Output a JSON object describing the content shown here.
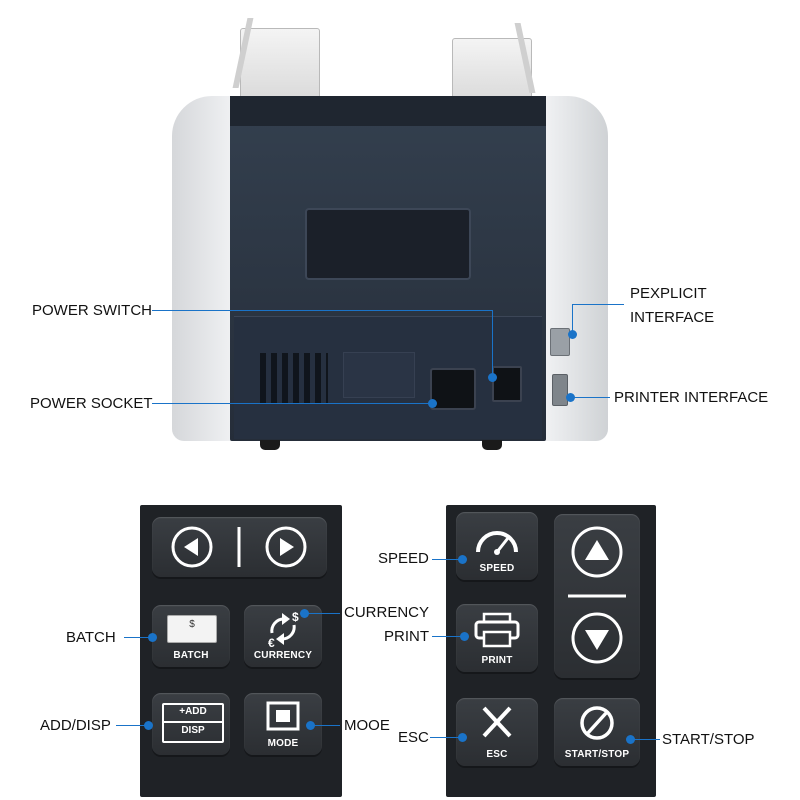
{
  "machine_labels": {
    "power_switch": "POWER SWITCH",
    "power_socket": "POWER SOCKET",
    "pexplicit_line1": "PEXPLICIT",
    "pexplicit_line2": "INTERFACE",
    "printer_interface": "PRINTER INTERFACE"
  },
  "left_panel": {
    "batch_label": "BATCH",
    "currency_label": "CURRENCY",
    "add_disp_label": "ADD/DISP",
    "mode_label": "MOOE",
    "keys": {
      "batch": "BATCH",
      "currency": "CURRENCY",
      "add": "+ADD",
      "disp": "DISP",
      "mode": "MODE",
      "bill_symbol": "$"
    }
  },
  "right_panel": {
    "speed_label": "SPEED",
    "print_label": "PRINT",
    "esc_label": "ESC",
    "start_stop_label": "START/STOP",
    "keys": {
      "speed": "SPEED",
      "print": "PRINT",
      "esc": "ESC",
      "start_stop": "START/STOP"
    }
  },
  "colors": {
    "accent": "#1a73c8",
    "panel": "#1f2226",
    "key": "#33363a",
    "machine_body": "#2c3444",
    "machine_shell": "#e9eaec"
  }
}
